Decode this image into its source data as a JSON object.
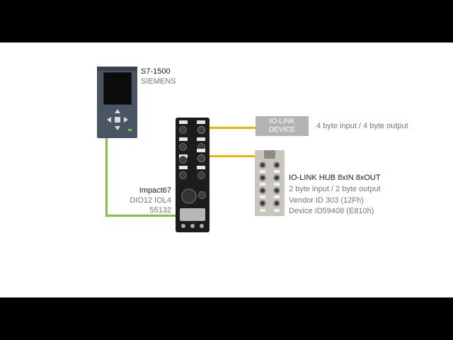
{
  "plc": {
    "model": "S7-1500",
    "brand": "SIEMENS"
  },
  "module": {
    "name": "Impact67",
    "variant": "DIO12 IOL4",
    "part_number": "55132"
  },
  "iolink_device": {
    "label_line1": "IO-LINK",
    "label_line2": "DEVICE",
    "io_size": "4 byte input / 4 byte output"
  },
  "hub": {
    "title": "IO-LINK HUB 8xIN 8xOUT",
    "io_size": "2 byte input / 2 byte output",
    "vendor_id": "Vendor ID 303 (12Fh)",
    "device_id": "Device ID59408 (E810h)"
  },
  "colors": {
    "profinet_cable": "#7dc242",
    "iolink_cable": "#f0b400",
    "plc_body": "#4a5563",
    "device_box": "#b3b3b3"
  }
}
